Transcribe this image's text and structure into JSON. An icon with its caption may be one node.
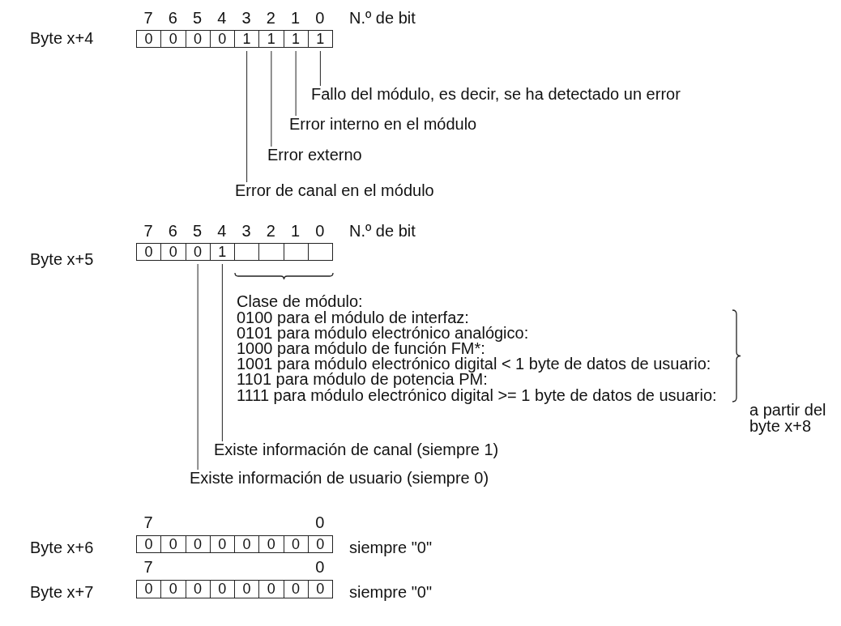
{
  "diagram": {
    "nodes": [
      {
        "text": [
          "0"
        ]
      },
      {
        "text": [
          "0"
        ]
      },
      {
        "text": [
          "0"
        ]
      },
      {
        "text": [
          "0"
        ]
      },
      {
        "text": [
          "1"
        ]
      },
      {
        "text": [
          "1"
        ]
      },
      {
        "text": [
          "1"
        ]
      },
      {
        "text": [
          "1"
        ]
      },
      {
        "text": [
          "Fallo del módulo, es decir, se ha detectado un error"
        ]
      },
      {
        "text": [
          "Error interno en el módulo"
        ]
      },
      {
        "text": [
          "Error externo"
        ]
      },
      {
        "text": [
          "Error de canal en el módulo"
        ]
      },
      {
        "text": [
          "0"
        ]
      },
      {
        "text": [
          "0"
        ]
      },
      {
        "text": [
          "0"
        ]
      },
      {
        "text": [
          "1"
        ]
      },
      {
        "text": [],
        "shape": "box"
      },
      {
        "text": [],
        "shape": "box"
      },
      {
        "text": [],
        "shape": "box"
      },
      {
        "text": [],
        "shape": "box"
      },
      {
        "text": [
          "Existe información de canal (siempre 1)"
        ]
      },
      {
        "text": [
          "Existe información de usuario (siempre 0)"
        ]
      },
      {
        "text": [
          "0"
        ]
      },
      {
        "text": [
          "0"
        ]
      },
      {
        "text": [
          "0"
        ]
      },
      {
        "text": [
          "0"
        ]
      },
      {
        "text": [
          "0"
        ]
      },
      {
        "text": [
          "0"
        ]
      },
      {
        "text": [
          "0"
        ]
      },
      {
        "text": [
          "0"
        ]
      },
      {
        "text": [
          "0"
        ]
      },
      {
        "text": [
          "0"
        ]
      },
      {
        "text": [
          "0"
        ]
      },
      {
        "text": [
          "0"
        ]
      },
      {
        "text": [
          "0"
        ]
      },
      {
        "text": [
          "0"
        ]
      },
      {
        "text": [
          "0"
        ]
      },
      {
        "text": [
          "0"
        ]
      }
    ],
    "edges": [
      {
        "from": 8,
        "to": 7,
        "arrow": "none"
      },
      {
        "from": 9,
        "to": 6,
        "arrow": "none"
      },
      {
        "from": 10,
        "to": 5,
        "arrow": "none"
      },
      {
        "from": 11,
        "to": 4,
        "arrow": "none"
      },
      {
        "from": 20,
        "to": 15,
        "arrow": "none"
      },
      {
        "from": 21,
        "to": 14,
        "arrow": "none"
      }
    ],
    "labels": [
      "7",
      "6",
      "5",
      "4",
      "3",
      "2",
      "1",
      "0",
      "N.º de bit",
      "Byte x+4",
      "7",
      "6",
      "5",
      "4",
      "3",
      "2",
      "1",
      "0",
      "N.º de bit",
      "Byte x+5",
      "Clase de módulo:",
      "0100 para el módulo de interfaz:",
      "0101 para módulo electrónico analógico:",
      "1000 para módulo de función FM*:",
      "1001 para módulo electrónico digital < 1 byte de datos de usuario:",
      "1101 para módulo de potencia PM:",
      "1111 para módulo electrónico digital >= 1 byte de datos de usuario:",
      "a partir del byte x+8",
      "7",
      "0",
      "Byte x+6",
      "siempre \"0\"",
      "7",
      "0",
      "Byte x+7",
      "siempre \"0\""
    ]
  }
}
